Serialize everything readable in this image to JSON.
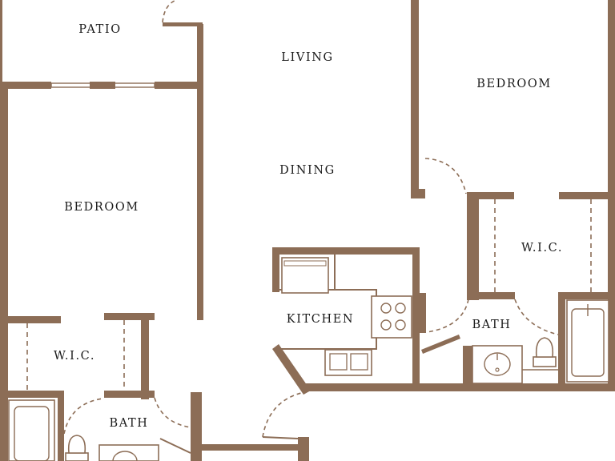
{
  "plan": {
    "rooms": {
      "patio": "PATIO",
      "living": "LIVING",
      "dining": "DINING",
      "bedroom_right": "BEDROOM",
      "bedroom_left": "BEDROOM",
      "wic_right": "W.I.C.",
      "wic_left": "W.I.C.",
      "kitchen": "KITCHEN",
      "bath_right": "BATH",
      "bath_left": "BATH"
    },
    "colors": {
      "wall": "#8c6d56",
      "background": "#ffffff",
      "label": "#1b1b1b"
    }
  }
}
